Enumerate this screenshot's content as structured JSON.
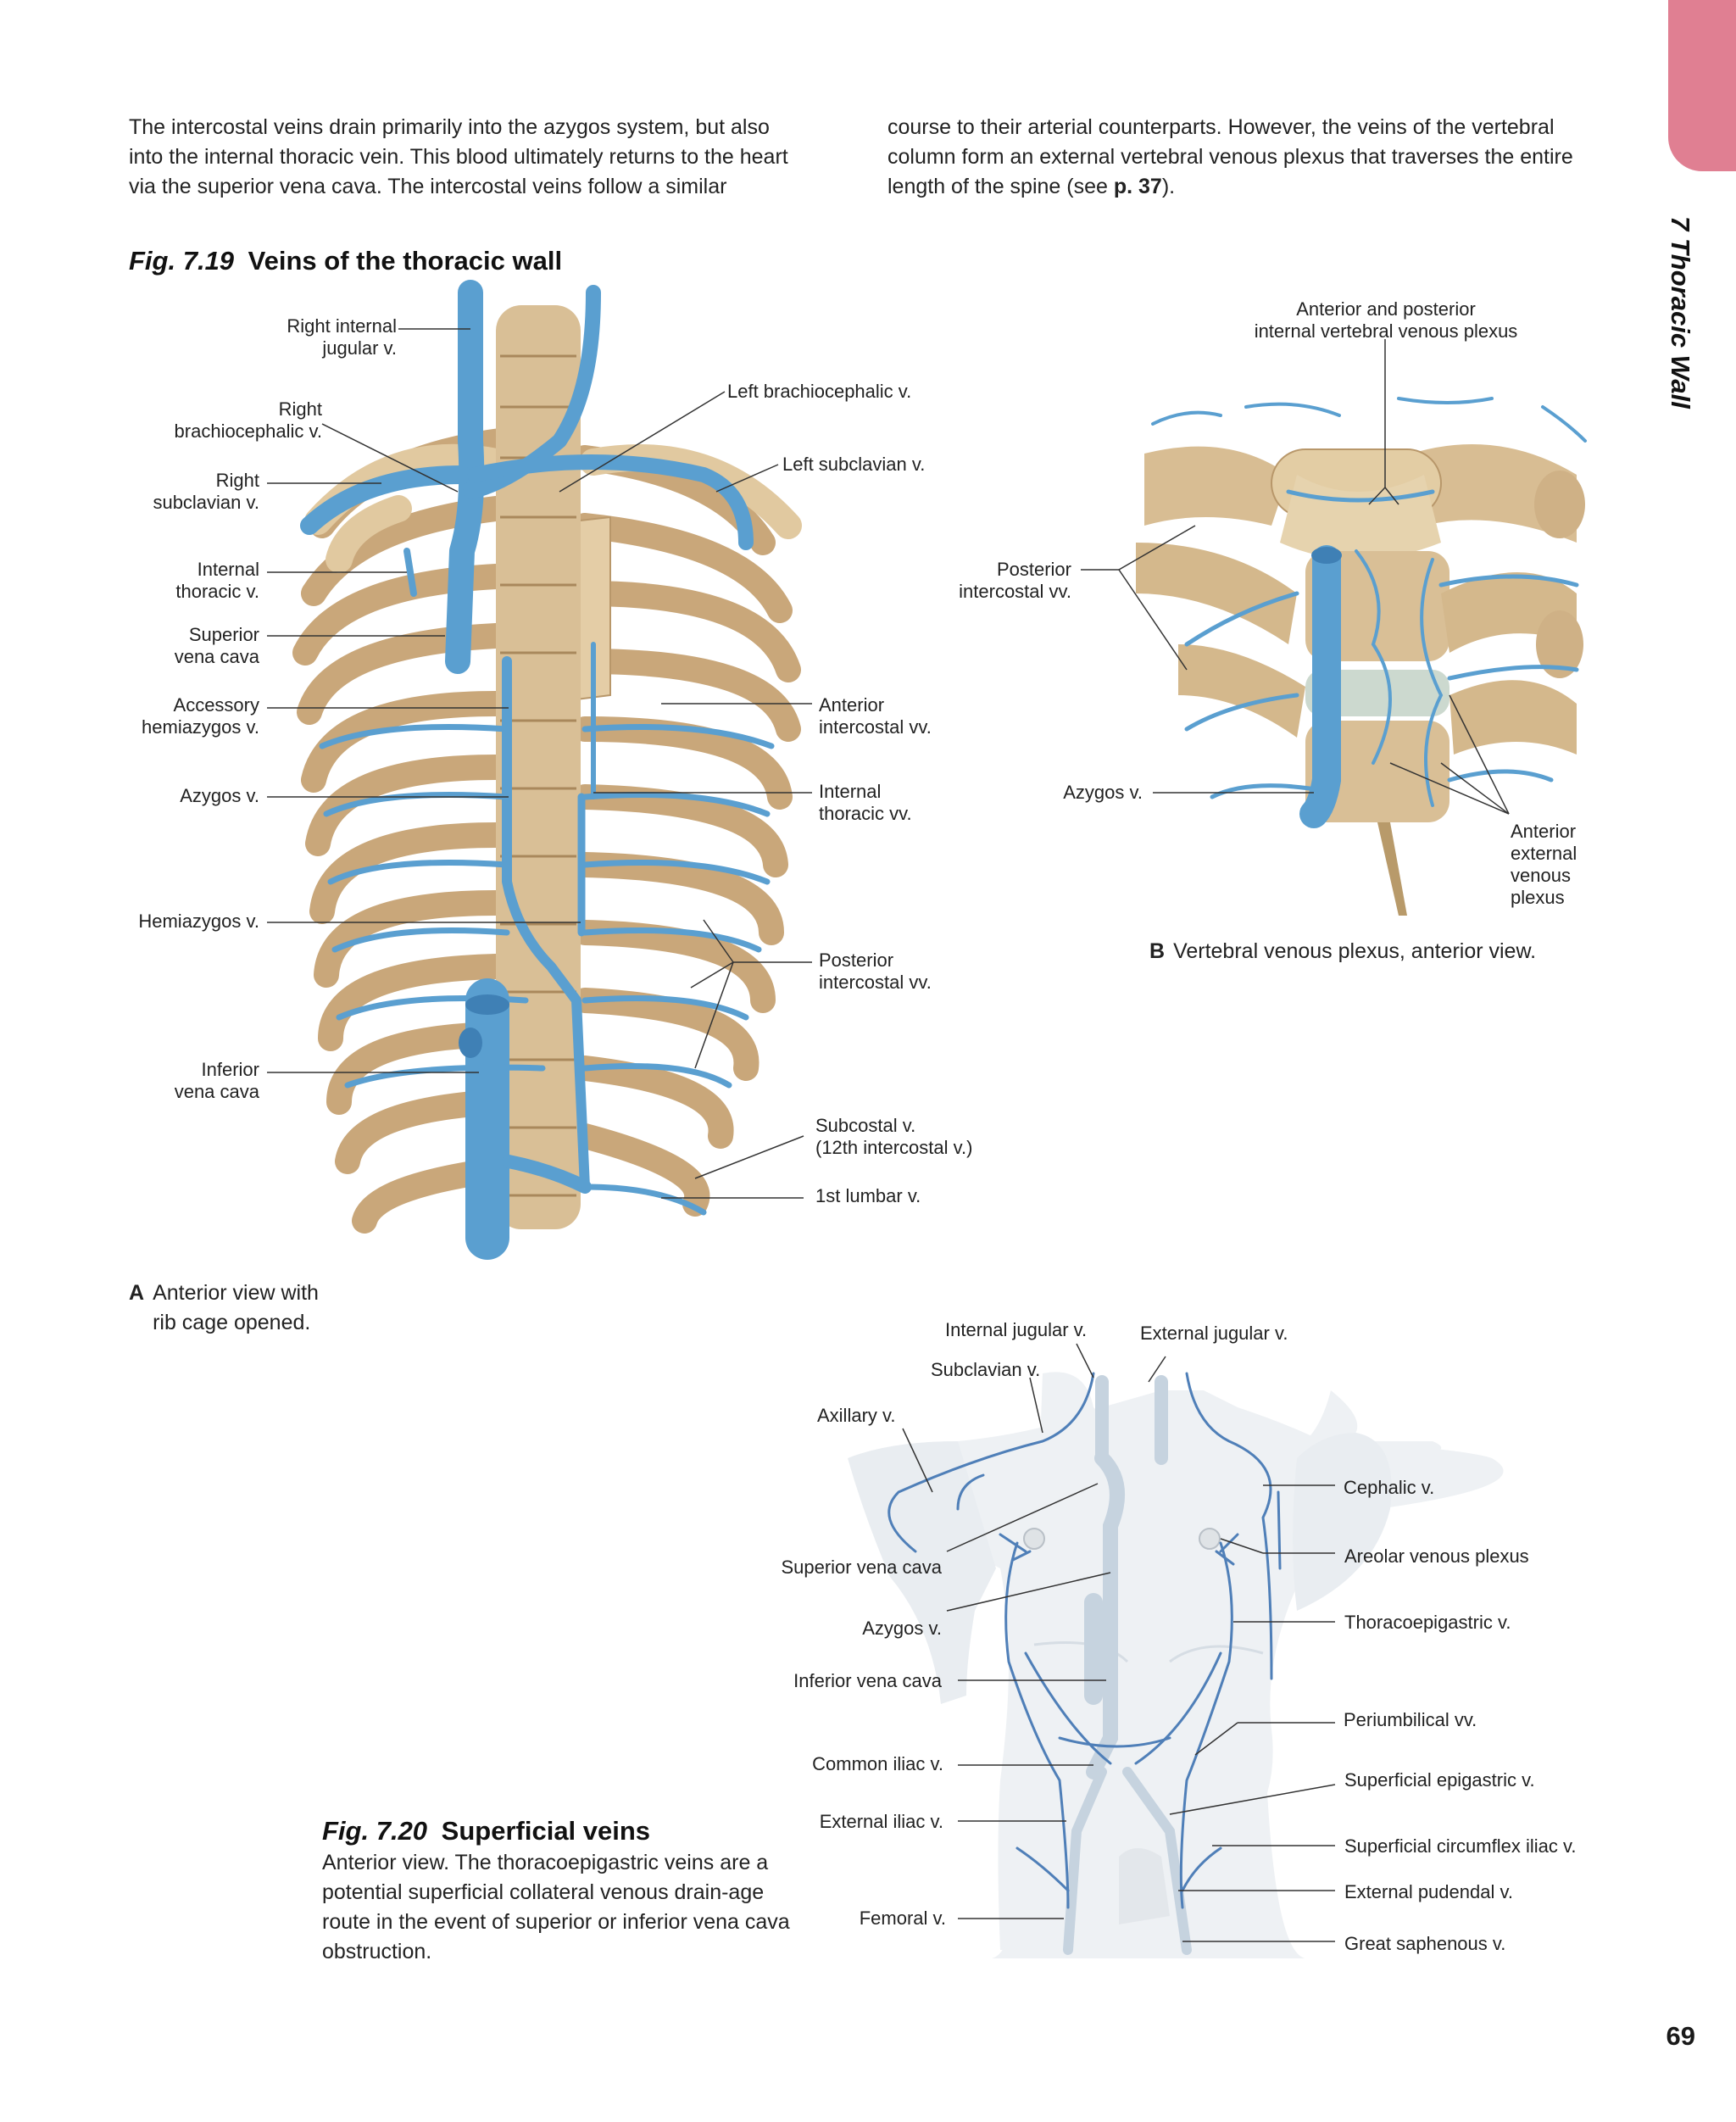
{
  "page": {
    "number": "69",
    "section": "7 Thoracic Wall"
  },
  "intro": {
    "col1": "The intercostal veins drain primarily into the azygos system, but also into the internal thoracic vein. This blood ultimately returns to the heart via the superior vena cava. The intercostal veins follow a similar",
    "col2_text": "course to their arterial counterparts. However, the veins of the vertebral column form an external vertebral venous plexus that traverses the entire length of the spine (see ",
    "col2_ref": "p. 37",
    "col2_end": ")."
  },
  "fig719": {
    "number": "Fig. 7.19",
    "title": "Veins of the thoracic wall",
    "A": {
      "letter": "A",
      "caption": "Anterior view with\nrib cage opened.",
      "labels": {
        "right_internal_jugular": "Right internal\njugular v.",
        "right_brachiocephalic": "Right\nbrachiocephalic v.",
        "right_subclavian": "Right\nsubclavian v.",
        "internal_thoracic": "Internal\nthoracic v.",
        "superior_vena_cava": "Superior\nvena cava",
        "accessory_hemiazygos": "Accessory\nhemiazygos v.",
        "azygos": "Azygos v.",
        "hemiazygos": "Hemiazygos v.",
        "inferior_vena_cava": "Inferior\nvena cava",
        "left_brachiocephalic": "Left brachiocephalic v.",
        "left_subclavian": "Left subclavian v.",
        "anterior_intercostal": "Anterior\nintercostal vv.",
        "internal_thoracic_vv": "Internal\nthoracic vv.",
        "posterior_intercostal": "Posterior\nintercostal vv.",
        "subcostal": "Subcostal v.\n(12th intercostal v.)",
        "first_lumbar": "1st lumbar v."
      }
    },
    "B": {
      "letter": "B",
      "caption": "Vertebral venous plexus, anterior view.",
      "labels": {
        "ant_post_internal": "Anterior and posterior\ninternal vertebral venous plexus",
        "posterior_intercostal": "Posterior\nintercostal vv.",
        "azygos": "Azygos v.",
        "anterior_external": "Anterior\nexternal\nvenous\nplexus"
      }
    }
  },
  "fig720": {
    "number": "Fig. 7.20",
    "title": "Superficial veins",
    "caption": "Anterior view. The thoracoepigastric veins are a potential superficial collateral venous drain-age route in the event of superior or inferior vena cava obstruction.",
    "labels": {
      "internal_jugular": "Internal jugular v.",
      "external_jugular": "External jugular v.",
      "subclavian": "Subclavian v.",
      "axillary": "Axillary v.",
      "cephalic": "Cephalic v.",
      "areolar": "Areolar venous plexus",
      "superior_vena_cava": "Superior vena cava",
      "azygos": "Azygos v.",
      "thoracoepigastric": "Thoracoepigastric v.",
      "inferior_vena_cava": "Inferior vena cava",
      "periumbilical": "Periumbilical vv.",
      "common_iliac": "Common iliac v.",
      "superficial_epigastric": "Superficial epigastric v.",
      "external_iliac": "External iliac v.",
      "superficial_circumflex_iliac": "Superficial circumflex iliac v.",
      "external_pudendal": "External pudendal v.",
      "femoral": "Femoral v.",
      "great_saphenous": "Great saphenous v."
    }
  },
  "colors": {
    "vein": "#5a9fd0",
    "bone": "#d9bf96",
    "tab": "#e07f92",
    "skin": "#eef1f4",
    "leader": "#333333"
  }
}
